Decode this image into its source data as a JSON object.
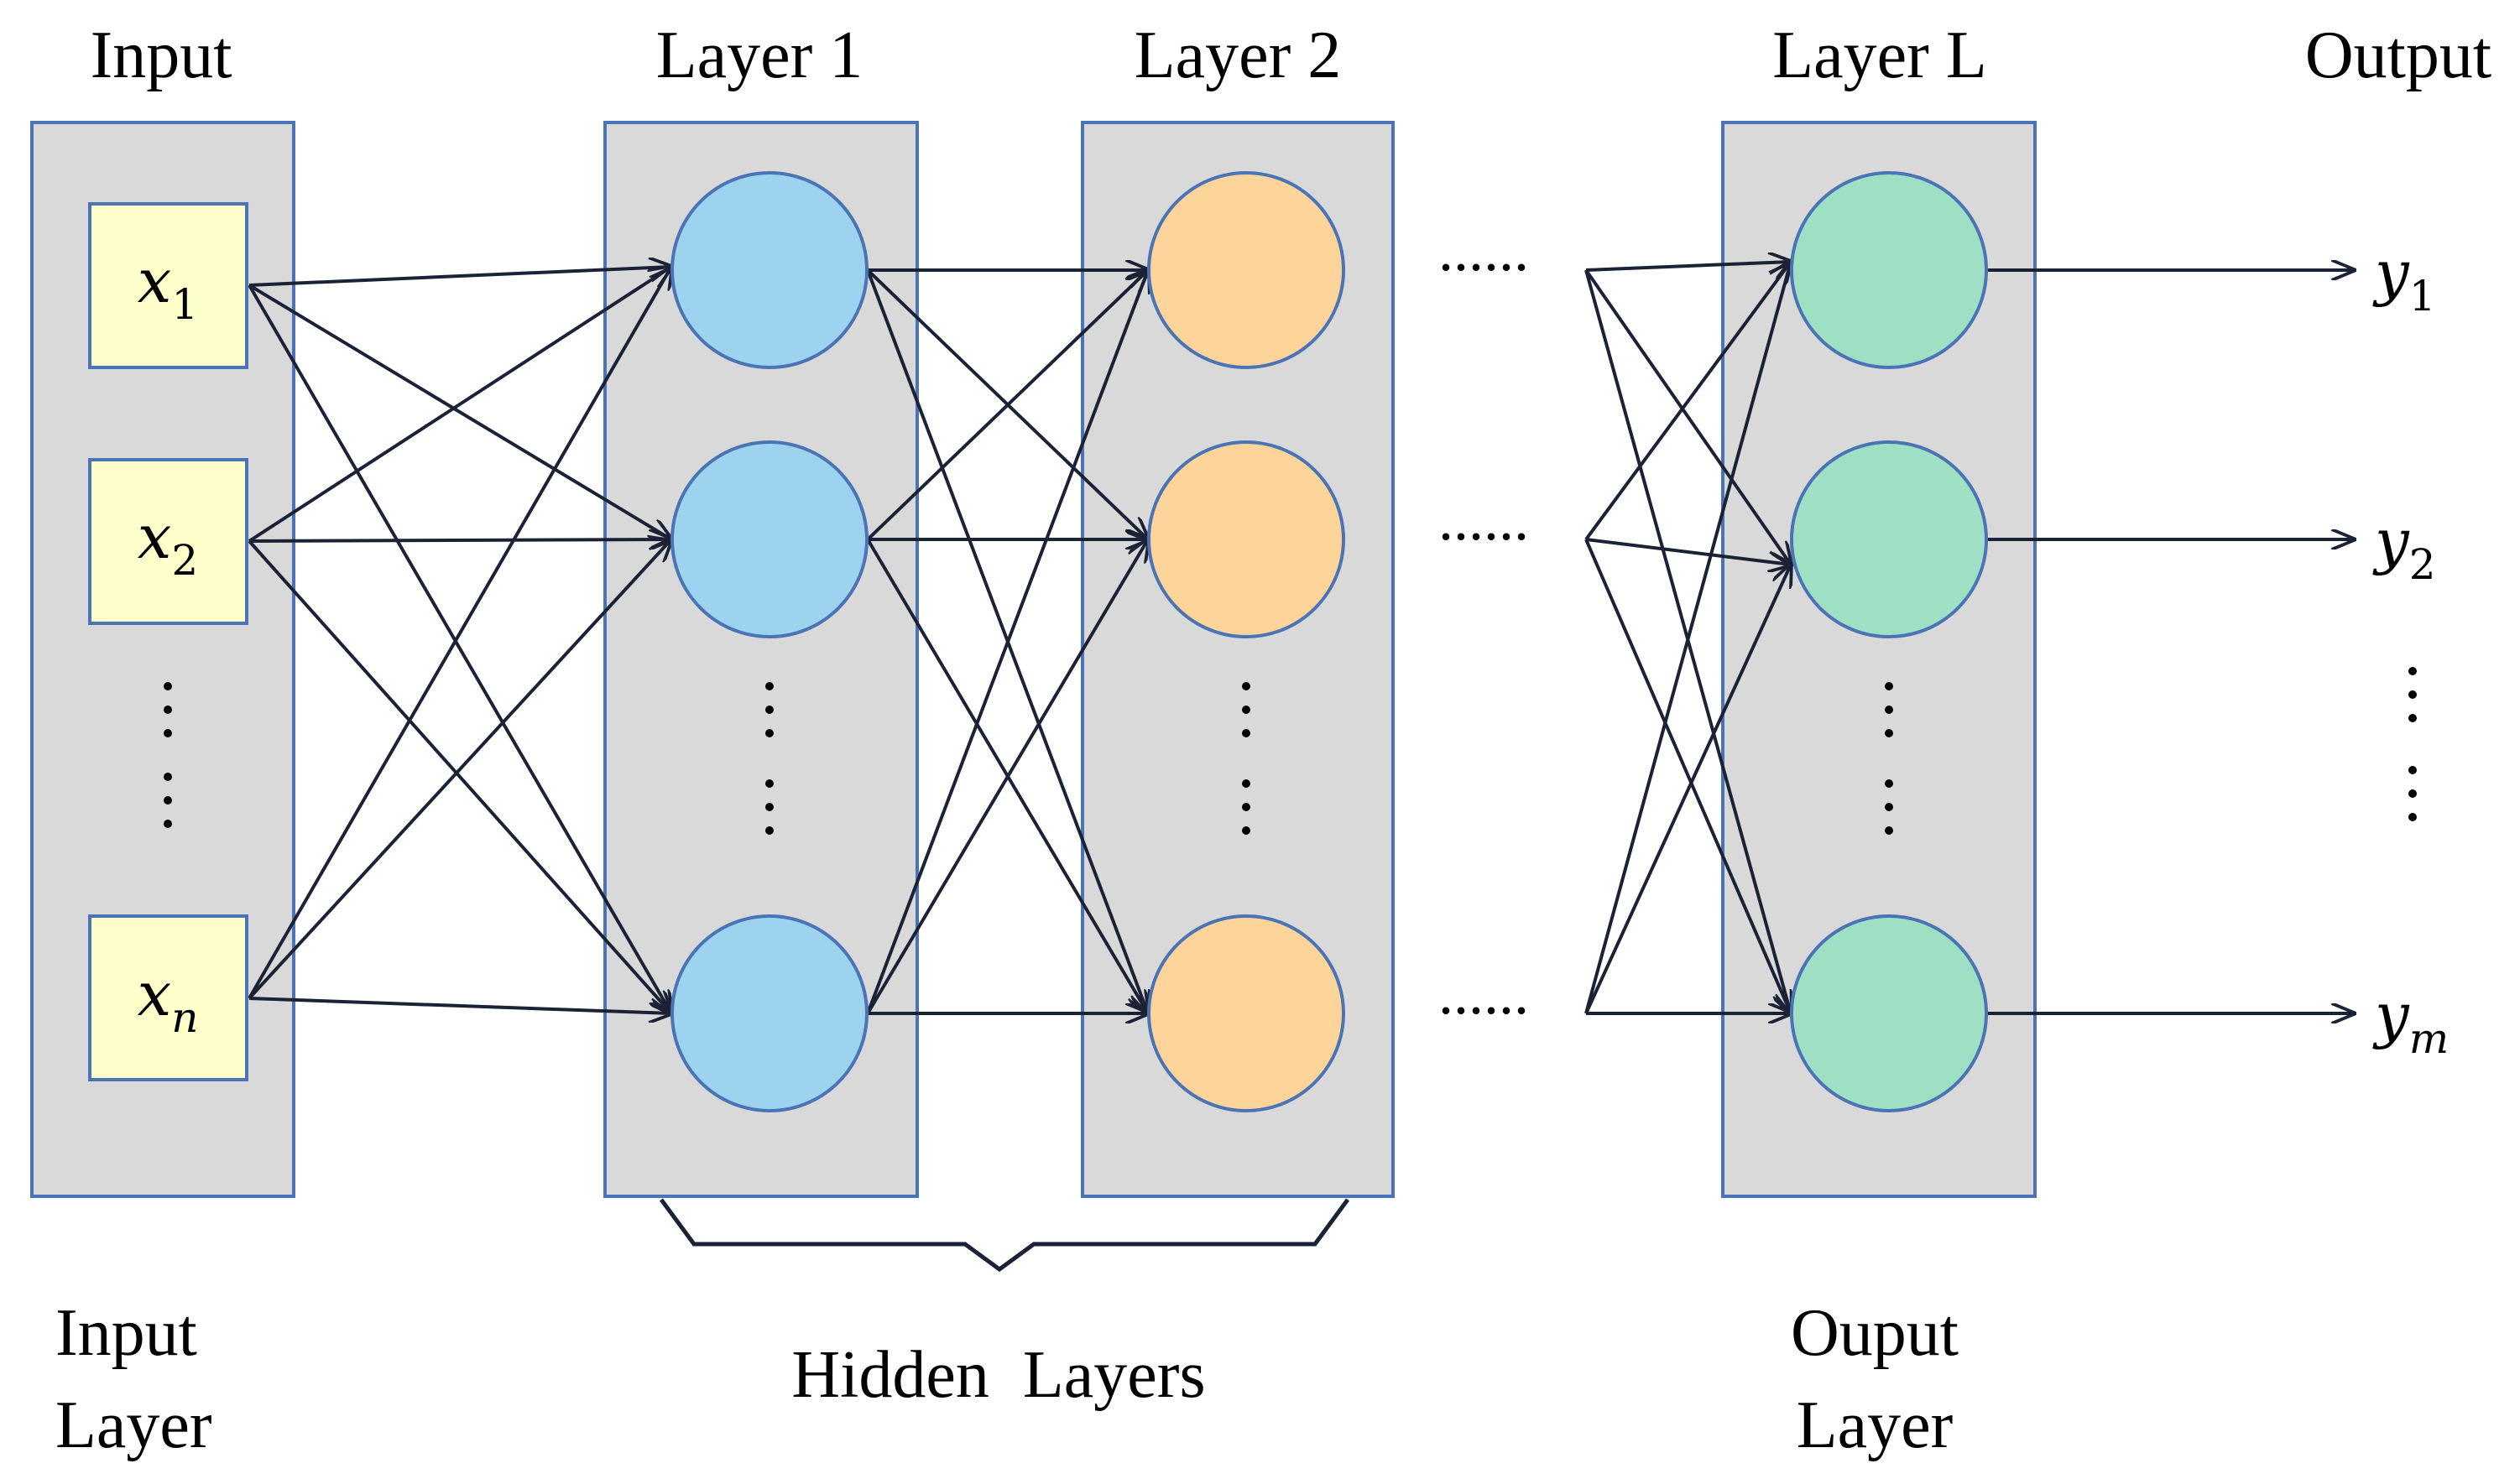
{
  "colors": {
    "background": "#ffffff",
    "panel_fill": "#d9d9d9",
    "panel_stroke": "#4a74b5",
    "input_node_fill": "#ffffcc",
    "input_node_stroke": "#4a74b5",
    "layer1_node_fill": "#9dd3ee",
    "layer2_node_fill": "#fdd49a",
    "layerL_node_fill": "#9fdfc4",
    "node_stroke": "#4a74b5",
    "arrow": "#1b2235",
    "text": "#000000"
  },
  "labels": {
    "top": {
      "input": "Input",
      "layer1": "Layer 1",
      "layer2": "Layer 2",
      "layerL": "Layer L",
      "output": "Output"
    },
    "bottom": {
      "input_line1": "Input",
      "input_line2": "Layer",
      "hidden": "Hidden  Layers",
      "output_line1": "Ouput",
      "output_line2": "Layer"
    }
  },
  "inputs": [
    {
      "sym": "x",
      "sub": "1"
    },
    {
      "sym": "x",
      "sub": "2"
    },
    {
      "sym": "x",
      "sub": "n"
    }
  ],
  "outputs": [
    {
      "sym": "y",
      "sub": "1"
    },
    {
      "sym": "y",
      "sub": "2"
    },
    {
      "sym": "y",
      "sub": "m"
    }
  ],
  "ellipsis_h": "......",
  "ellipsis_v": "⋮",
  "icons": {
    "arrowhead": "arrowhead-icon"
  }
}
